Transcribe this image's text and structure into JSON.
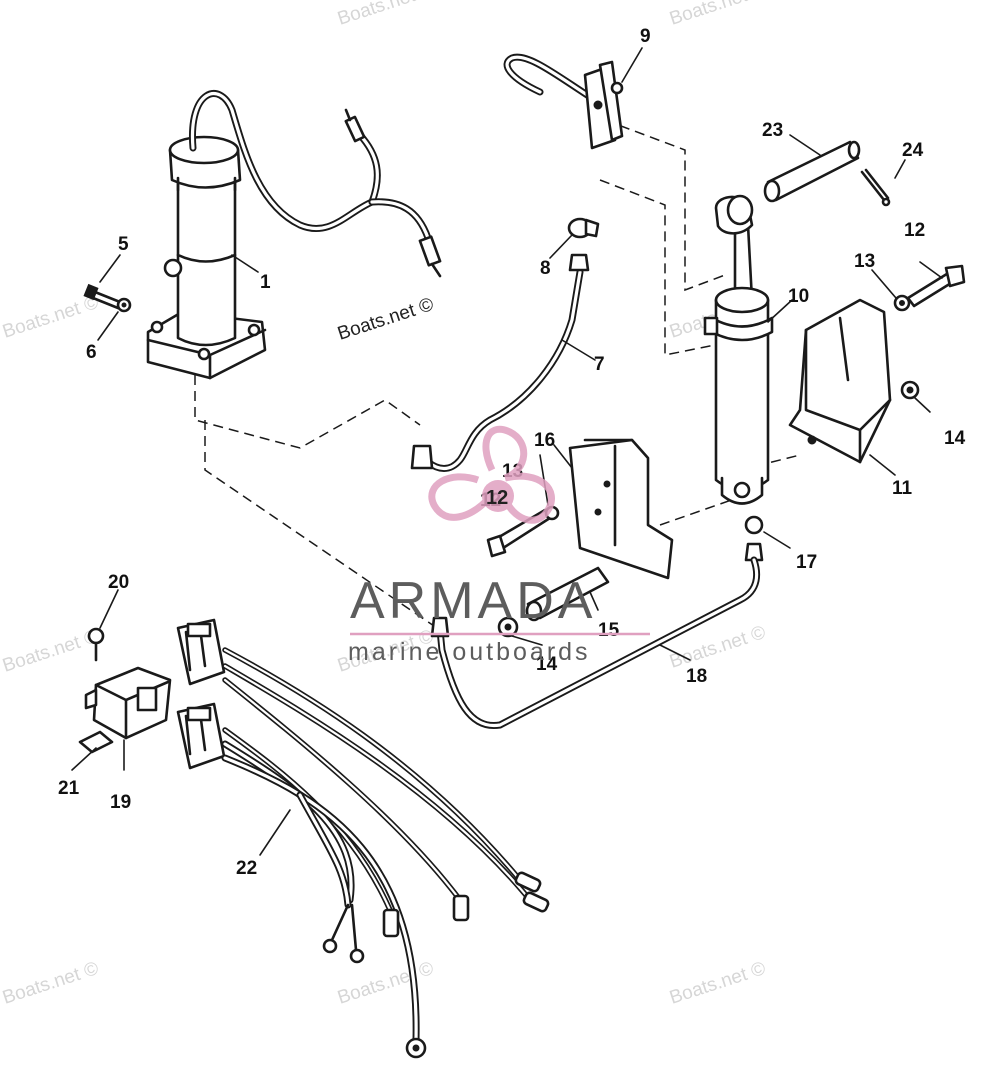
{
  "callouts": [
    {
      "id": "c1",
      "label": "1"
    },
    {
      "id": "c5",
      "label": "5"
    },
    {
      "id": "c6",
      "label": "6"
    },
    {
      "id": "c7",
      "label": "7"
    },
    {
      "id": "c8",
      "label": "8"
    },
    {
      "id": "c9",
      "label": "9"
    },
    {
      "id": "c10",
      "label": "10"
    },
    {
      "id": "c11",
      "label": "11"
    },
    {
      "id": "c12a",
      "label": "12"
    },
    {
      "id": "c12b",
      "label": "12"
    },
    {
      "id": "c13a",
      "label": "13"
    },
    {
      "id": "c13b",
      "label": "13"
    },
    {
      "id": "c14a",
      "label": "14"
    },
    {
      "id": "c14b",
      "label": "14"
    },
    {
      "id": "c15",
      "label": "15"
    },
    {
      "id": "c16",
      "label": "16"
    },
    {
      "id": "c17",
      "label": "17"
    },
    {
      "id": "c18",
      "label": "18"
    },
    {
      "id": "c19",
      "label": "19"
    },
    {
      "id": "c20",
      "label": "20"
    },
    {
      "id": "c21",
      "label": "21"
    },
    {
      "id": "c22",
      "label": "22"
    },
    {
      "id": "c23",
      "label": "23"
    },
    {
      "id": "c24",
      "label": "24"
    }
  ],
  "credit": "Boats.net ©",
  "watermark_text": "Boats.net ©",
  "brand": {
    "name": "ARMADA",
    "tagline": "marine outboards",
    "accent_color": "#e0a0c0",
    "text_color": "#5d5d5d"
  },
  "colors": {
    "ink": "#1a1a1a",
    "background": "#ffffff",
    "watermark": "#d6d6d6"
  }
}
